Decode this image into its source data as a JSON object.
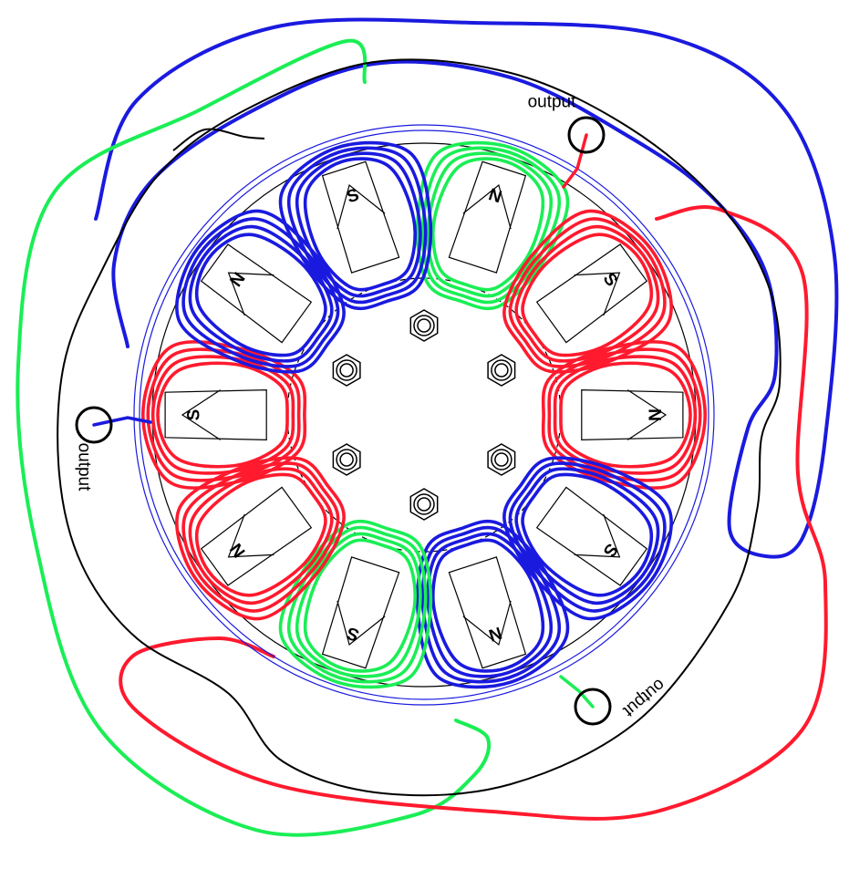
{
  "diagram": {
    "colors": {
      "background": "#ffffff",
      "outline": "#000000",
      "phase_a": "#ff1a2e",
      "phase_b": "#1a1adf",
      "phase_c": "#1aee55"
    },
    "poles": [
      {
        "label": "N",
        "phase": "c"
      },
      {
        "label": "S",
        "phase": "a"
      },
      {
        "label": "N",
        "phase": "a"
      },
      {
        "label": "S",
        "phase": "b"
      },
      {
        "label": "N",
        "phase": "b"
      },
      {
        "label": "S",
        "phase": "c"
      },
      {
        "label": "N",
        "phase": "a"
      },
      {
        "label": "S",
        "phase": "a"
      },
      {
        "label": "N",
        "phase": "b"
      },
      {
        "label": "S",
        "phase": "b"
      }
    ],
    "terminals": [
      {
        "label": "output",
        "phase": "a"
      },
      {
        "label": "output",
        "phase": "b"
      },
      {
        "label": "output",
        "phase": "c"
      }
    ],
    "bolt_count": 6
  }
}
